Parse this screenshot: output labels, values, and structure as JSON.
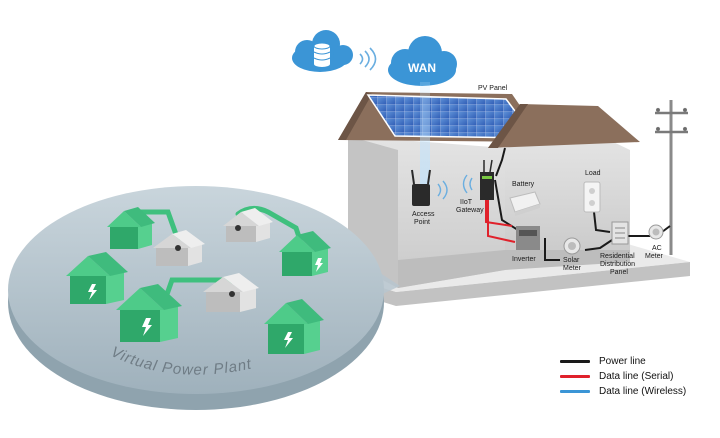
{
  "diagram": {
    "cloud_label": "WAN",
    "components": {
      "pv_panel": "PV Panel",
      "load": "Load",
      "battery": "Battery",
      "access_point": [
        "Access",
        "Point"
      ],
      "iiot_gateway": [
        "IIoT",
        "Gateway"
      ],
      "inverter": "Inverter",
      "solar_meter": [
        "Solar",
        "Meter"
      ],
      "distribution_panel": [
        "Residential",
        "Distribution",
        "Panel"
      ],
      "ac_meter": [
        "AC",
        "Meter"
      ]
    },
    "vpp_label": "Virtual Power Plant"
  },
  "legend": {
    "items": [
      {
        "label": "Power line",
        "color": "#1a1a1a"
      },
      {
        "label": "Data line (Serial)",
        "color": "#e0212b"
      },
      {
        "label": "Data line (Wireless)",
        "color": "#3b95d6"
      }
    ]
  },
  "colors": {
    "house_green": "#3fc07e",
    "grey_house": "#d9d9d9",
    "platform": "#aebfc9",
    "roof": "#8b6f5c",
    "wall": "#d6d6d6"
  }
}
